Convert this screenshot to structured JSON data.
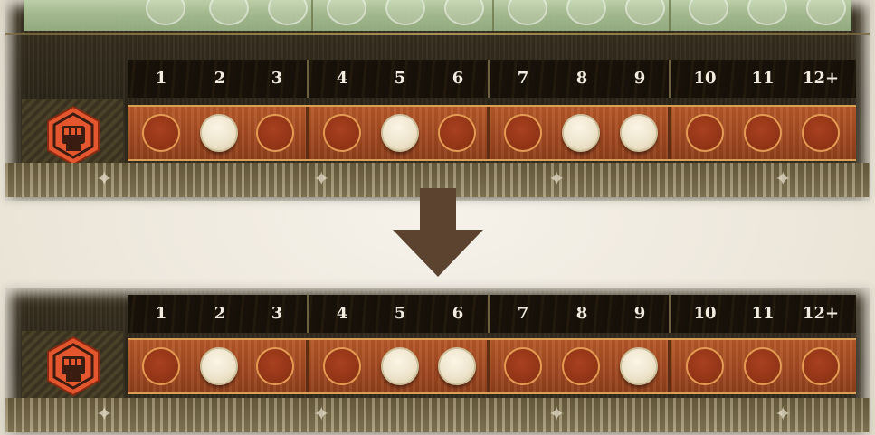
{
  "track_before": {
    "numbers": [
      "1",
      "2",
      "3",
      "4",
      "5",
      "6",
      "7",
      "8",
      "9",
      "10",
      "11",
      "12+"
    ],
    "filled": [
      false,
      true,
      false,
      false,
      true,
      false,
      false,
      true,
      true,
      false,
      false,
      false
    ]
  },
  "track_after": {
    "numbers": [
      "1",
      "2",
      "3",
      "4",
      "5",
      "6",
      "7",
      "8",
      "9",
      "10",
      "11",
      "12+"
    ],
    "filled": [
      false,
      true,
      false,
      false,
      true,
      true,
      false,
      false,
      true,
      false,
      false,
      false
    ]
  },
  "icons": {
    "emblem": "fist-hexagon-icon",
    "arrow": "down-arrow-icon"
  },
  "colors": {
    "track_red": "#a44b22",
    "token_cream": "#f3ead5",
    "emblem_orange": "#e4572e",
    "arrow_brown": "#5b4330"
  }
}
